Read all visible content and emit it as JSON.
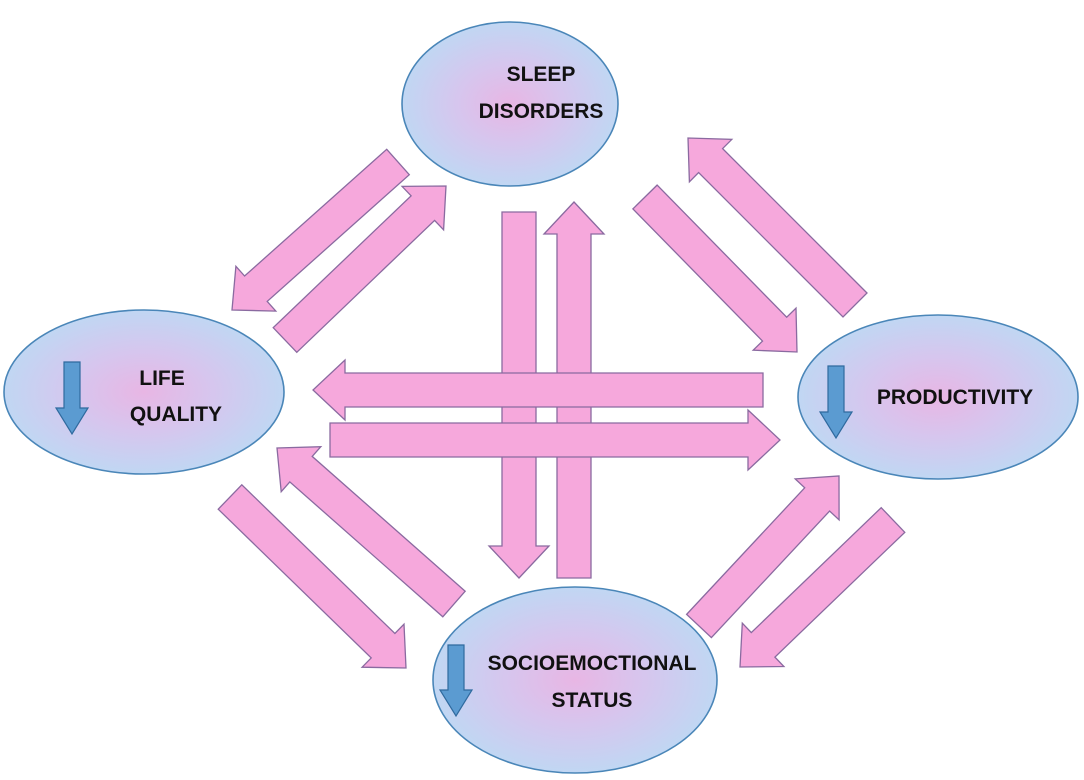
{
  "colors": {
    "arrow_fill": "#f6a8dc",
    "arrow_stroke": "#8a6aa0",
    "node_center": "#e8b6e4",
    "node_edge": "#bcdaf4",
    "node_stroke": "#4a86b8",
    "decrease_icon": "#5b9bd1"
  },
  "nodes": {
    "sleep_disorders": {
      "lines": [
        "SLEEP",
        "DISORDERS"
      ],
      "decrease_icon": false
    },
    "life_quality": {
      "lines": [
        "LIFE",
        "QUALITY"
      ],
      "decrease_icon": true
    },
    "productivity": {
      "lines": [
        "PRODUCTIVITY"
      ],
      "decrease_icon": true
    },
    "socioemotional_status": {
      "lines": [
        "SOCIOEMOCTIONAL",
        "STATUS"
      ],
      "decrease_icon": true
    }
  },
  "edges": [
    {
      "from": "sleep_disorders",
      "to": "life_quality"
    },
    {
      "from": "life_quality",
      "to": "sleep_disorders"
    },
    {
      "from": "sleep_disorders",
      "to": "productivity"
    },
    {
      "from": "productivity",
      "to": "sleep_disorders"
    },
    {
      "from": "sleep_disorders",
      "to": "socioemotional_status"
    },
    {
      "from": "socioemotional_status",
      "to": "sleep_disorders"
    },
    {
      "from": "productivity",
      "to": "life_quality"
    },
    {
      "from": "life_quality",
      "to": "productivity"
    },
    {
      "from": "life_quality",
      "to": "socioemotional_status"
    },
    {
      "from": "socioemotional_status",
      "to": "life_quality"
    },
    {
      "from": "socioemotional_status",
      "to": "productivity"
    },
    {
      "from": "productivity",
      "to": "socioemotional_status"
    }
  ]
}
